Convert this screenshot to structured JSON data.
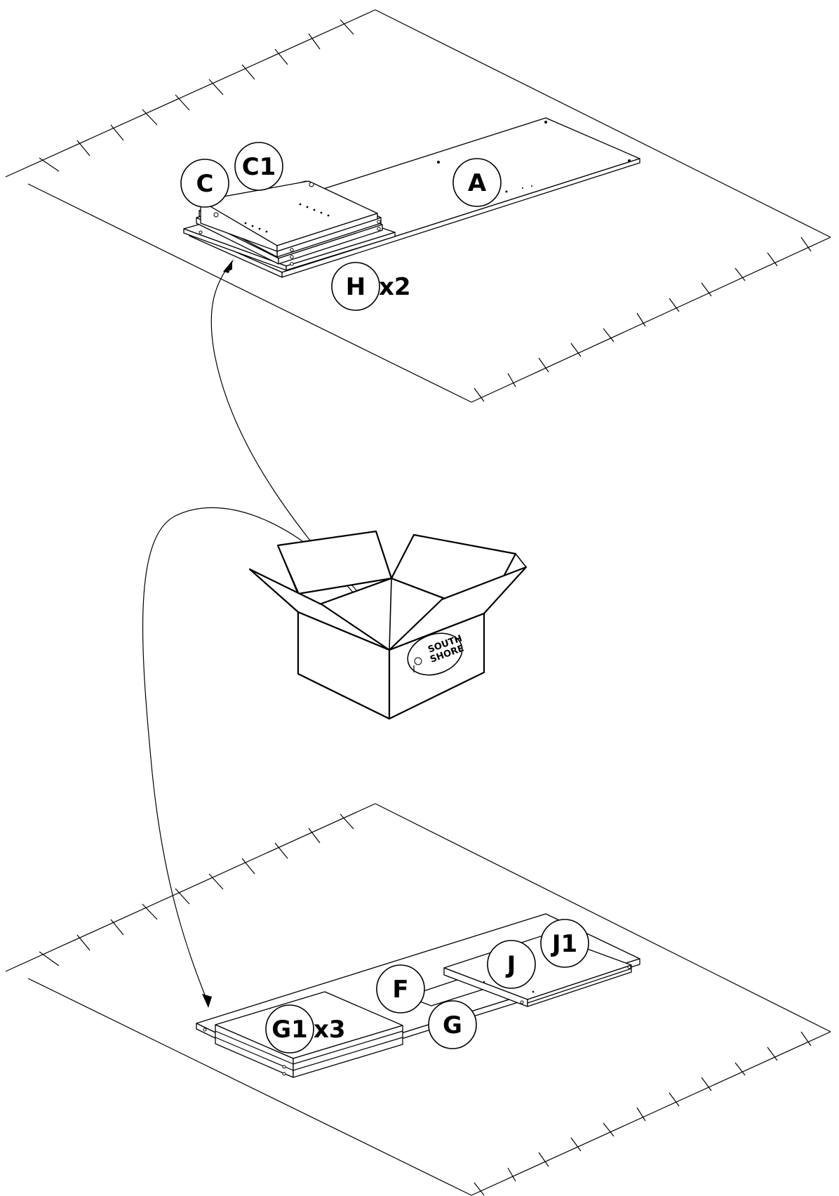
{
  "diagram": {
    "top_group": {
      "labels": [
        "C",
        "C1",
        "A",
        "H"
      ],
      "qty_H": "x2"
    },
    "bottom_group": {
      "labels": [
        "F",
        "G",
        "J",
        "J1",
        "G1"
      ],
      "qty_G1": "x3"
    },
    "box_logo": {
      "line1": "SOUTH",
      "line2": "SHORE"
    }
  }
}
